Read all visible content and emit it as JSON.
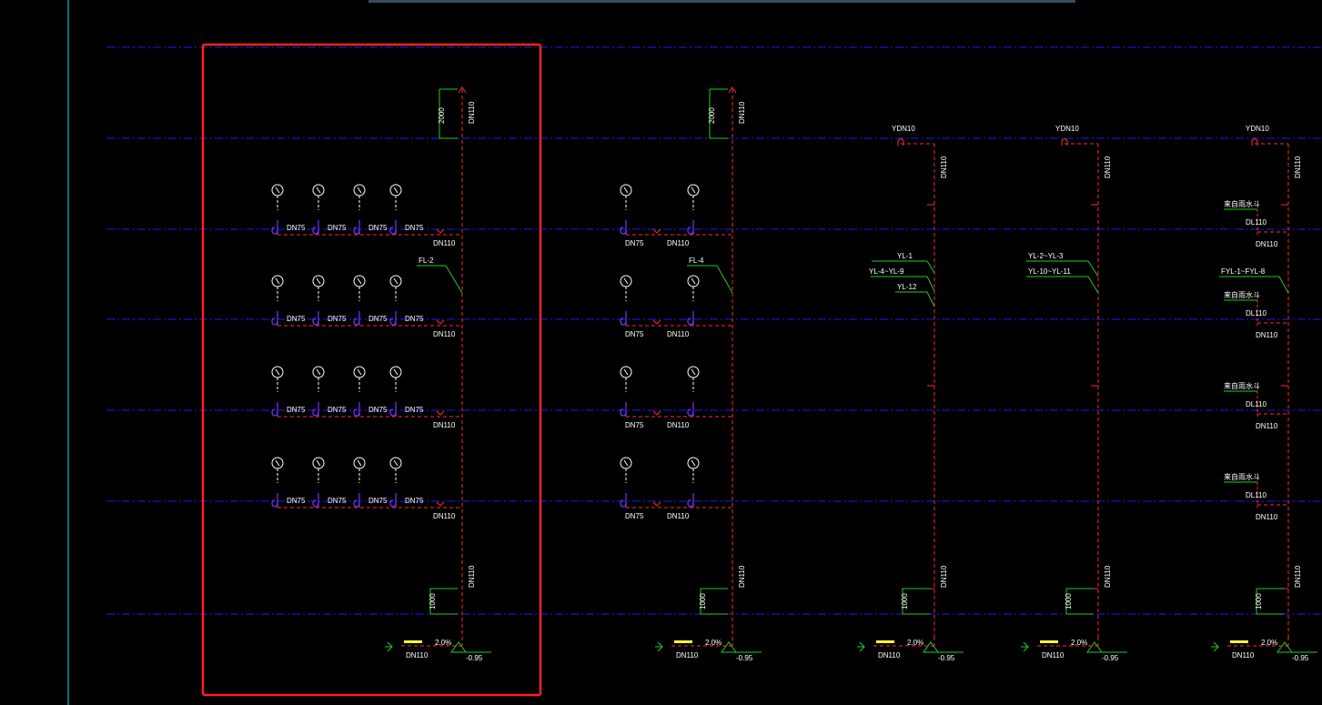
{
  "colors": {
    "background": "#000000",
    "pipe": "#ff2a2a",
    "level_line": "#1a1aff",
    "leader": "#22cc22",
    "trap": "#7a33ff",
    "text": "#ffffff",
    "selection": "#ff2020",
    "cursor_line": "#00e5ff",
    "top_bar": "#3c4a66"
  },
  "labels": {
    "dn75": "DN75",
    "dn110": "DN110",
    "ydn10": "YDN10",
    "dl110": "DL110",
    "vent_height": "2000",
    "base_height": "1000",
    "slope": "2.0%",
    "ground_elevation": "-0.95"
  },
  "columns": [
    {
      "leader_labels": [
        "FL-2"
      ]
    },
    {
      "leader_labels": [
        "FL-4"
      ]
    },
    {
      "leader_labels": [
        "YL-1",
        "YL-4~YL-9",
        "YL-12"
      ]
    },
    {
      "leader_labels": [
        "YL-2~YL-3",
        "YL-10~YL-11"
      ]
    },
    {
      "leader_labels": [
        "FYL-1~FYL-8"
      ],
      "drain_note": "来自雨水斗"
    }
  ]
}
